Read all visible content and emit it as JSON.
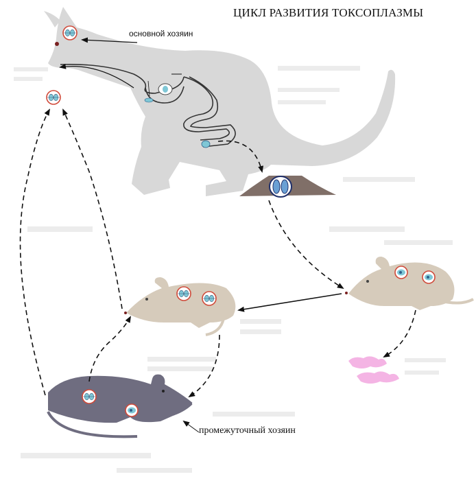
{
  "title": "ЦИКЛ РАЗВИТИЯ ТОКСОПЛАЗМЫ",
  "labels": {
    "main_host": "основной хозяин",
    "intermediate_host": "промежуточный хозяин"
  },
  "colors": {
    "cat": "#d8d8d8",
    "mouse": "#d6cbbb",
    "rat": "#6f6d80",
    "soil": "#806f68",
    "cyst_pink": "#f4b4e4",
    "parasite_ring": "#d04a3a",
    "parasite_fill": "#7fc7d6",
    "arrow": "#111111"
  },
  "icons": [
    "cat-silhouette",
    "mouse-silhouette",
    "rat-silhouette",
    "oocyst-icon",
    "tissue-cyst-icon",
    "soil-mound-icon"
  ]
}
